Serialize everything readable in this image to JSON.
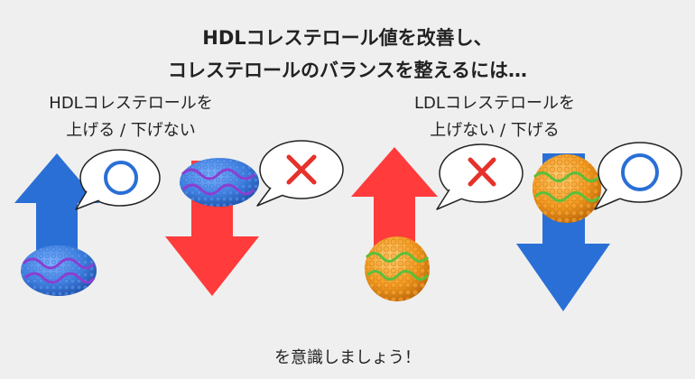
{
  "heading": {
    "line1": "HDLコレステロール値を改善し、",
    "line2": "コレステロールのバランスを整えるには…"
  },
  "hdl_caption": {
    "line1": "HDLコレステロールを",
    "line2": "上げる / 下げない"
  },
  "ldl_caption": {
    "line1": "LDLコレステロールを",
    "line2": "上げない / 下げる"
  },
  "footer": "を意識しましょう！",
  "colors": {
    "up_blue": "#2a6fd6",
    "down_red": "#ff3b3b",
    "up_red": "#ff3b3b",
    "down_blue": "#2a6fd6",
    "circle_mark": "#2a6fd6",
    "cross_mark": "#e5322b",
    "hdl_particle": "#3d7fe0",
    "ldl_particle": "#f39a1e"
  },
  "icons": [
    "up-arrow-icon",
    "down-arrow-icon",
    "circle-mark-icon",
    "cross-mark-icon",
    "hdl-particle-icon",
    "ldl-particle-icon"
  ]
}
